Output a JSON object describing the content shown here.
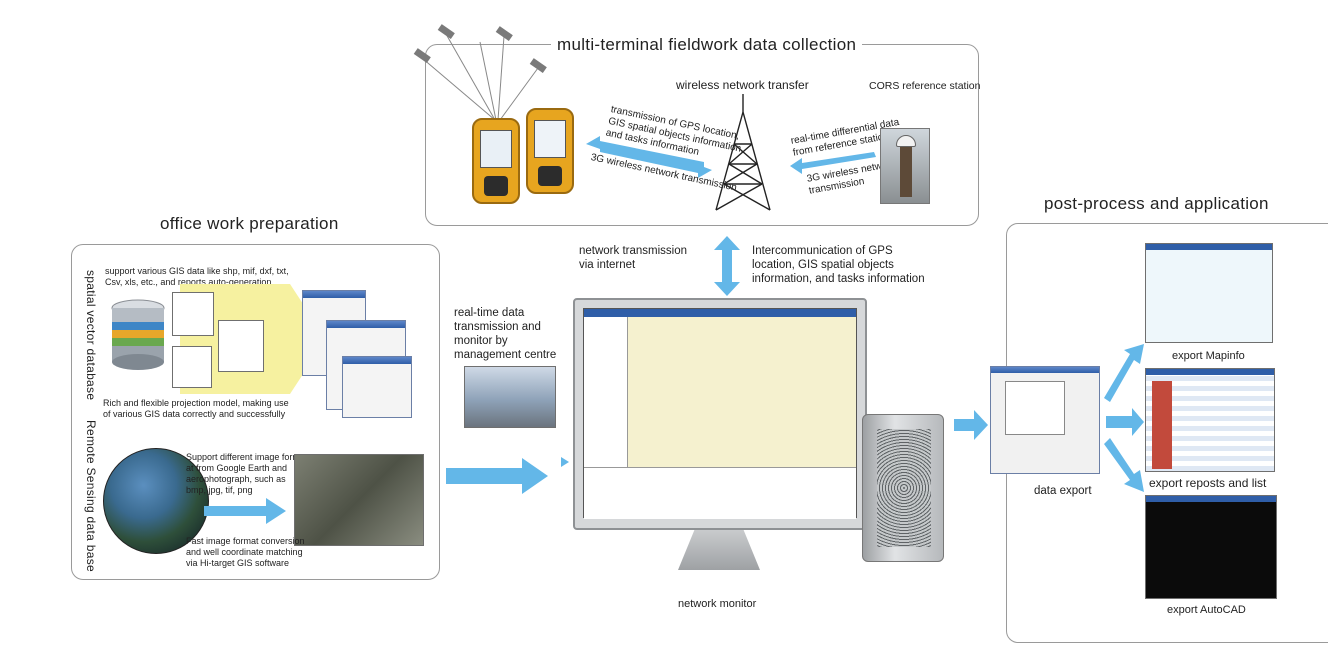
{
  "sections": {
    "fieldwork": {
      "title": "multi-terminal fieldwork data collection",
      "wireless_label": "wireless network transfer",
      "cors_label": "CORS reference station",
      "gps_info_label": [
        "transmission of GPS location,",
        "GIS spatial objects information,",
        "and tasks information"
      ],
      "g3_left_label": "3G wireless network transmission",
      "diff_label": [
        "real-time differential data",
        "from reference station"
      ],
      "g3_right_label": [
        "3G wireless network",
        "transmission"
      ]
    },
    "office": {
      "title": "office work preparation",
      "vector_db_label": "spatial vector database",
      "rs_db_label": "Remote Sensing data base",
      "support_gis": [
        "support various GIS data like shp, mif, dxf, txt,",
        "Csv, xls, etc., and reports auto-generation"
      ],
      "projection": [
        "Rich and flexible projection model, making use",
        "of various GIS data correctly and successfully"
      ],
      "image_support": [
        "Support different image form",
        "at from Google Earth and",
        "aerophotograph, such as",
        "bmp, jpg, tif, png"
      ],
      "image_conversion": [
        "Fast image format conversion",
        "and well coordinate matching",
        "via Hi-target GIS software"
      ]
    },
    "center": {
      "network_transmission": [
        "network transmission",
        "via internet"
      ],
      "intercommunication": [
        "Intercommunication of GPS",
        "location, GIS spatial objects",
        "information, and tasks information"
      ],
      "realtime": [
        "real-time data",
        "transmission and",
        "monitor by",
        "management centre"
      ],
      "monitor_label": "network monitor"
    },
    "post": {
      "title": "post-process and application",
      "data_export": "data export",
      "export_mapinfo": "export Mapinfo",
      "export_reports": "export reposts and list",
      "export_autocad": "export AutoCAD"
    }
  },
  "colors": {
    "arrow": "#63b7e8",
    "panel_border": "#9a9a9a",
    "device_yellow": "#e7a51f",
    "cone": "#f6f1a0",
    "window_bar": "#2f5ea8"
  }
}
